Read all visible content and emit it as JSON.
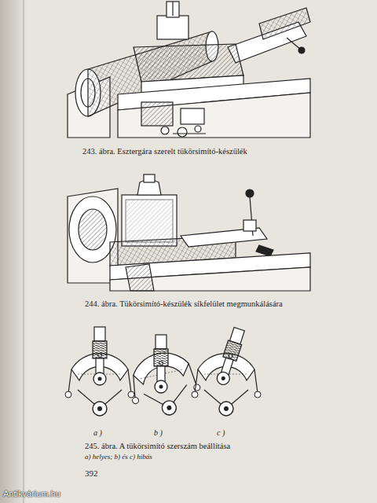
{
  "diagram": {
    "labels": [
      "243. ábra. Esztergára szerelt tükörsimító-készülék",
      "244. ábra. Tükörsimító-készülék síkfelület megmunkálására",
      "a )",
      "b )",
      "c )",
      "245. ábra. A tükörsimító szerszám beállítása",
      "a) helyes; b) és c) hibás",
      "392",
      "Antikvárium.hu"
    ]
  }
}
